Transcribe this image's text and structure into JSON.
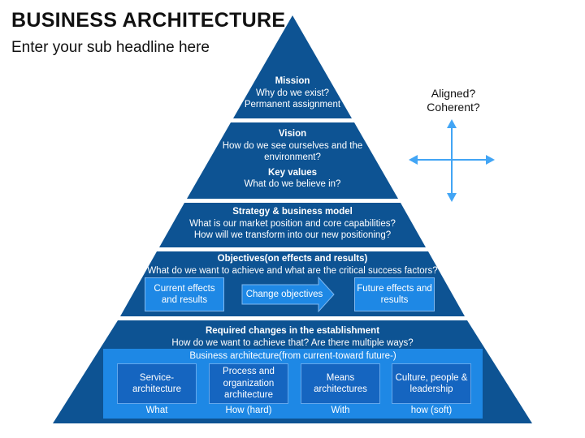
{
  "header": {
    "title": "BUSINESS ARCHITECTURE",
    "subtitle": "Enter your sub headline here"
  },
  "colors": {
    "tier_fill": "#0d5393",
    "light_box": "#1e88e5",
    "inner_box": "#1565c0",
    "arrow": "#42a5f5"
  },
  "mission": {
    "heading": "Mission",
    "line1": "Why do we exist?",
    "line2": "Permanent assignment"
  },
  "vision": {
    "heading": "Vision",
    "line1": "How do we see ourselves and the",
    "line2": "environment?",
    "values_heading": "Key values",
    "values_line": "What do we believe in?"
  },
  "strategy": {
    "heading": "Strategy & business model",
    "line1": "What is our market position and core capabilities?",
    "line2": "How will we transform into our new positioning?"
  },
  "objectives": {
    "heading": "Objectives(on effects and results)",
    "line1": "What do we want to achieve and what are the critical success factors?",
    "current_line1": "Current effects",
    "current_line2": "and results",
    "change": "Change objectives",
    "future_line1": "Future effects and",
    "future_line2": "results"
  },
  "changes": {
    "heading": "Required changes in the establishment",
    "line1": "How do we want to achieve that? Are there multiple ways?",
    "arch_title": "Business architecture(from current-toward future-)",
    "boxes": [
      {
        "line1": "Service-",
        "line2": "architecture",
        "line3": "",
        "footer": "What"
      },
      {
        "line1": "Process and",
        "line2": "organization",
        "line3": "architecture",
        "footer": "How (hard)"
      },
      {
        "line1": "Means",
        "line2": "architectures",
        "line3": "",
        "footer": "With"
      },
      {
        "line1": "Culture, people &",
        "line2": "leadership",
        "line3": "",
        "footer": "how (soft)"
      }
    ]
  },
  "side": {
    "question1": "Aligned?",
    "question2": "Coherent?",
    "arrows_icon": "four-direction-arrows-icon"
  }
}
